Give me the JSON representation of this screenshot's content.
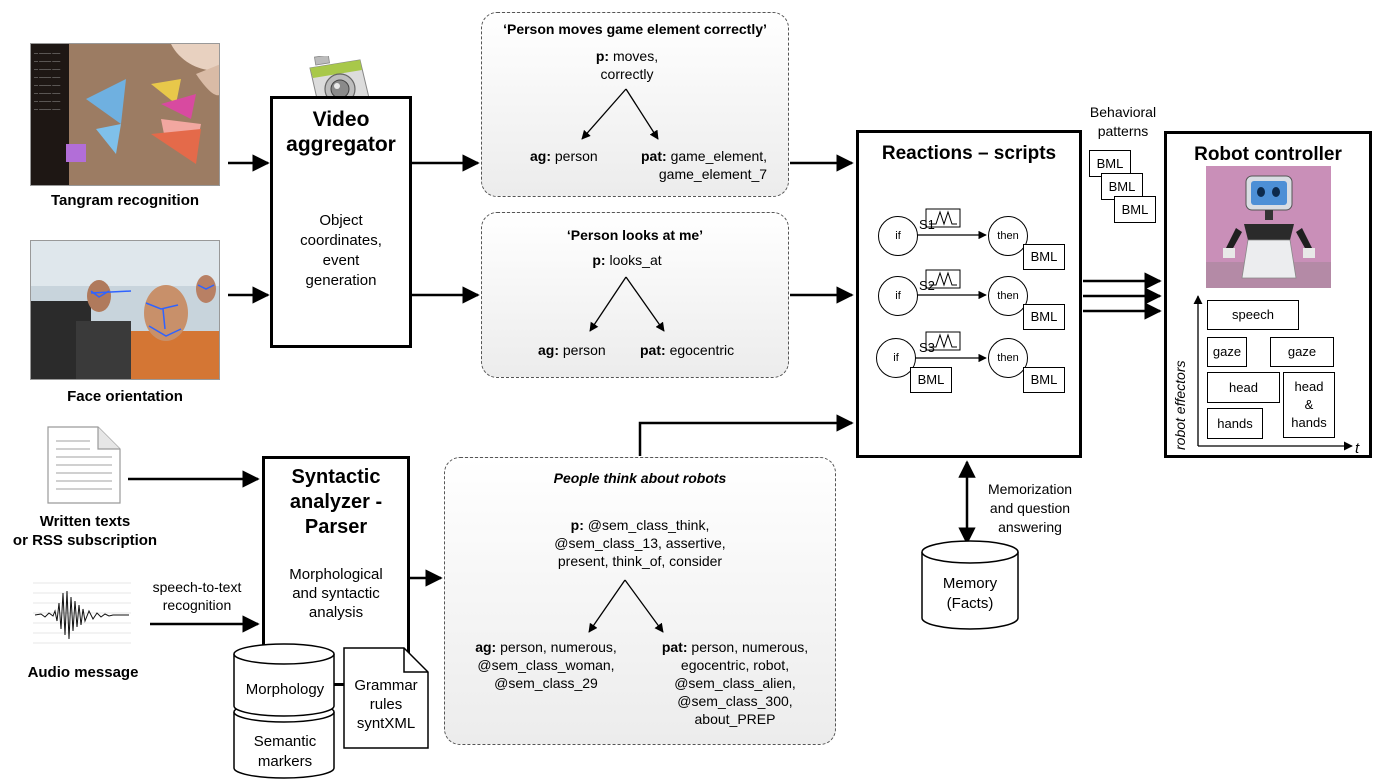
{
  "inputs": {
    "tangram_caption": "Tangram recognition",
    "face_caption": "Face orientation",
    "written_caption_1": "Written texts",
    "written_caption_2": "or RSS subscription",
    "audio_caption": "Audio message",
    "speech_label_1": "speech-to-text",
    "speech_label_2": "recognition"
  },
  "video_aggregator": {
    "title_1": "Video",
    "title_2": "aggregator",
    "desc_1": "Object",
    "desc_2": "coordinates,",
    "desc_3": "event",
    "desc_4": "generation"
  },
  "graph_moves": {
    "title": "‘Person moves game element correctly’",
    "p_label": "p:",
    "p_value_1": "moves,",
    "p_value_2": "correctly",
    "ag_label": "ag:",
    "ag_value": "person",
    "pat_label": "pat:",
    "pat_value_1": "game_element,",
    "pat_value_2": "game_element_7"
  },
  "graph_looks": {
    "title": "‘Person looks at me’",
    "p_label": "p:",
    "p_value": "looks_at",
    "ag_label": "ag:",
    "ag_value": "person",
    "pat_label": "pat:",
    "pat_value": "egocentric"
  },
  "parser": {
    "title_1": "Syntactic",
    "title_2": "analyzer -",
    "title_3": "Parser",
    "desc_1": "Morphological",
    "desc_2": "and syntactic",
    "desc_3": "analysis",
    "db_morphology": "Morphology",
    "db_semantic_1": "Semantic",
    "db_semantic_2": "markers",
    "grammar_1": "Grammar",
    "grammar_2": "rules",
    "grammar_3": "syntXML"
  },
  "graph_think": {
    "title": "People think about robots",
    "p_label": "p:",
    "p_value_1": "@sem_class_think,",
    "p_value_2": "@sem_class_13, assertive,",
    "p_value_3": "present, think_of, consider",
    "ag_label": "ag:",
    "ag_value_1": "person, numerous,",
    "ag_value_2": "@sem_class_woman,",
    "ag_value_3": "@sem_class_29",
    "pat_label": "pat:",
    "pat_value_1": "person, numerous,",
    "pat_value_2": "egocentric, robot,",
    "pat_value_3": "@sem_class_alien,",
    "pat_value_4": "@sem_class_300,",
    "pat_value_5": "about_PREP"
  },
  "reactions": {
    "title": "Reactions – scripts",
    "if_label": "if",
    "then_label": "then",
    "bml": "BML",
    "scripts": [
      "S1",
      "S2",
      "S3"
    ]
  },
  "behavioral": {
    "label_1": "Behavioral",
    "label_2": "patterns",
    "bml": "BML"
  },
  "memory": {
    "label_1": "Memorization",
    "label_2": "and question",
    "label_3": "answering",
    "db_1": "Memory",
    "db_2": "(Facts)"
  },
  "robot_controller": {
    "title": "Robot controller",
    "axis_y": "robot effectors",
    "axis_x": "t",
    "effectors": {
      "speech": "speech",
      "gaze_1": "gaze",
      "gaze_2": "gaze",
      "head": "head",
      "head_hands_1": "head",
      "head_hands_2": "&",
      "head_hands_3": "hands",
      "hands": "hands"
    }
  }
}
